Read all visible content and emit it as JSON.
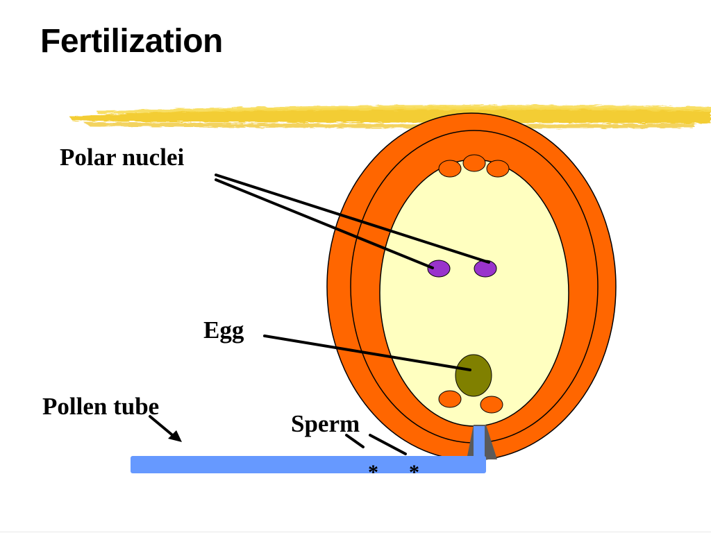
{
  "slide": {
    "title": "Fertilization",
    "labels": {
      "polar_nuclei": "Polar nuclei",
      "egg": "Egg",
      "pollen_tube": "Pollen tube",
      "sperm": "Sperm"
    },
    "sperm_markers": [
      "*",
      "*"
    ]
  },
  "colors": {
    "highlighter": "#f2c81d",
    "ovule_outer": "#ff6600",
    "embryo_sac": "#ffffc0",
    "antipodal_cells": "#ff6600",
    "polar_nuclei": "#9933cc",
    "egg": "#808000",
    "pollen_tube": "#6699ff",
    "micropyle": "#5a5a5a",
    "outline": "#000000"
  }
}
